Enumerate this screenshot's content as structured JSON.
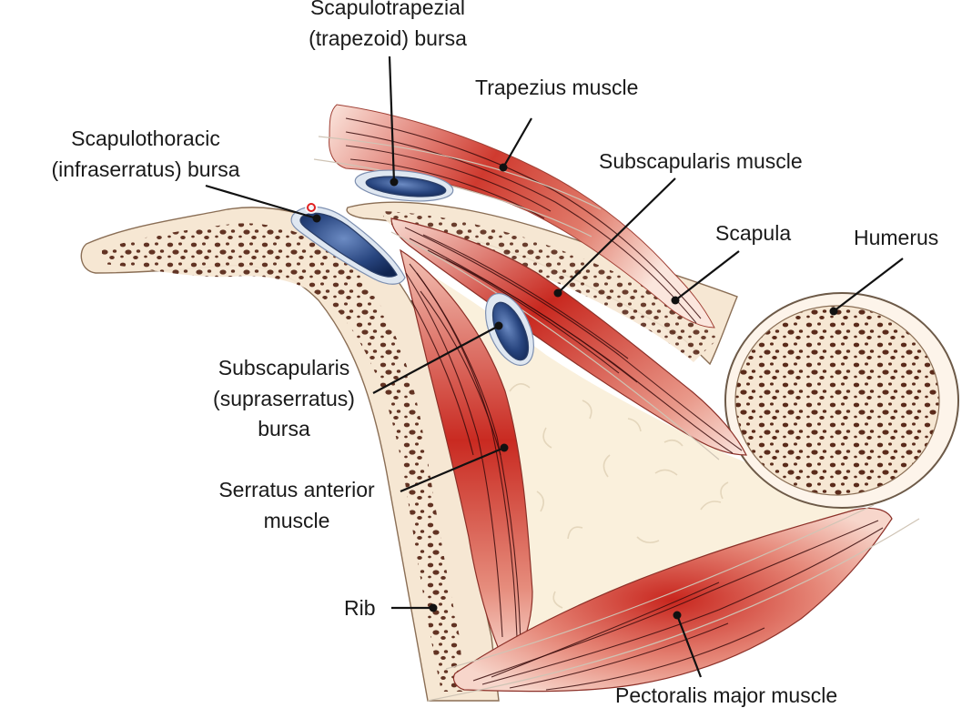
{
  "labels": {
    "scapulotrapezial_line1": "Scapulotrapezial",
    "scapulotrapezial_line2": "(trapezoid) bursa",
    "trapezius": "Trapezius muscle",
    "scapulothoracic_line1": "Scapulothoracic",
    "scapulothoracic_line2": "(infraserratus) bursa",
    "subscapularis_muscle": "Subscapularis muscle",
    "scapula": "Scapula",
    "humerus": "Humerus",
    "subscapularis_bursa_line1": "Subscapularis",
    "subscapularis_bursa_line2": "(supraserratus)",
    "subscapularis_bursa_line3": "bursa",
    "serratus_line1": "Serratus anterior",
    "serratus_line2": "muscle",
    "rib": "Rib",
    "pectoralis": "Pectoralis major muscle"
  },
  "colors": {
    "bone": "#f6e7d3",
    "marrow": "#5a2a1a",
    "muscle_light": "#f2c0b0",
    "muscle_dark": "#c62a22",
    "bursa": "#1f3f7a",
    "fat": "#faf0dc"
  }
}
